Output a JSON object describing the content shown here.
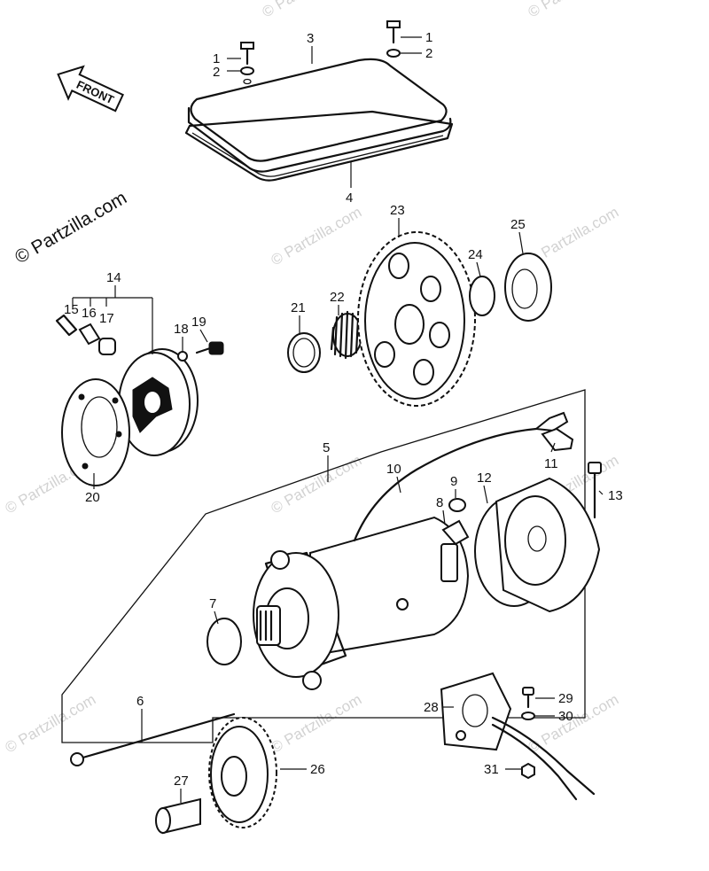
{
  "front_label": "FRONT",
  "watermark": "© Partzilla.com",
  "watermark_main": "© Partzilla.com",
  "callouts": {
    "c1a": "1",
    "c2a": "2",
    "c3": "3",
    "c1b": "1",
    "c2b": "2",
    "c4": "4",
    "c5": "5",
    "c6": "6",
    "c7": "7",
    "c8": "8",
    "c9": "9",
    "c10": "10",
    "c11": "11",
    "c12": "12",
    "c13": "13",
    "c14": "14",
    "c15": "15",
    "c16": "16",
    "c17": "17",
    "c18": "18",
    "c19": "19",
    "c20": "20",
    "c21": "21",
    "c22": "22",
    "c23": "23",
    "c24": "24",
    "c25": "25",
    "c26": "26",
    "c27": "27",
    "c28": "28",
    "c29": "29",
    "c30": "30",
    "c31": "31"
  }
}
